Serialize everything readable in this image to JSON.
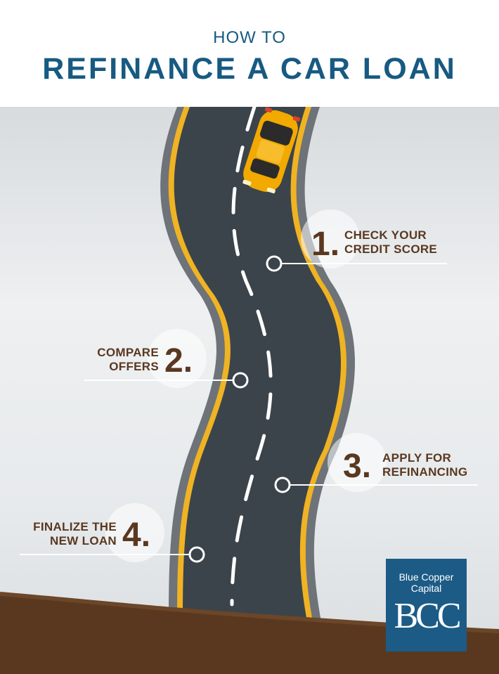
{
  "header": {
    "title_small": "HOW TO",
    "title_big": "REFINANCE A CAR LOAN"
  },
  "steps": [
    {
      "number": "1.",
      "line1": "CHECK YOUR",
      "line2": "CREDIT SCORE"
    },
    {
      "number": "2.",
      "line1": "COMPARE",
      "line2": "OFFERS"
    },
    {
      "number": "3.",
      "line1": "APPLY FOR",
      "line2": "REFINANCING"
    },
    {
      "number": "4.",
      "line1": "FINALIZE THE",
      "line2": "NEW LOAN"
    }
  ],
  "logo": {
    "line1": "Blue Copper",
    "line2": "Capital",
    "mark": "BCC"
  },
  "colors": {
    "title": "#175a82",
    "step_text": "#5a3820",
    "road": "#3b444b",
    "road_edge": "#f0b323",
    "car": "#f2a900",
    "ground": "#5a3820",
    "logo_bg": "#1c5b86"
  }
}
